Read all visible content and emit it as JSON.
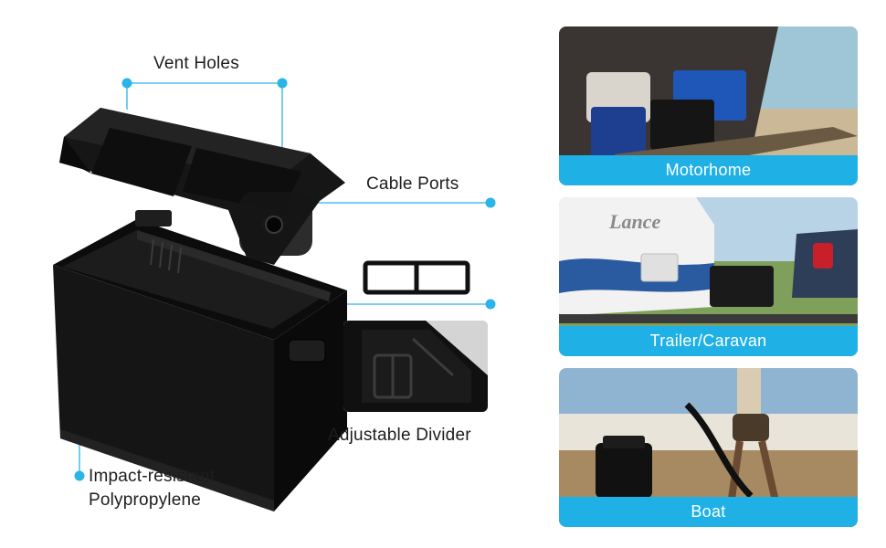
{
  "features": {
    "vent_holes": "Vent Holes",
    "cable_ports": "Cable Ports",
    "adjustable_divider": "Adjustable Divider",
    "material_line1": "Impact-resistant",
    "material_line2": "Polypropylene"
  },
  "uses": [
    {
      "label": "Motorhome"
    },
    {
      "label": "Trailer/Caravan"
    },
    {
      "label": "Boat"
    }
  ],
  "trailer_brand": "Lance",
  "colors": {
    "accent": "#1fb1e6",
    "box": "#141414",
    "text": "#1d1d1d"
  }
}
